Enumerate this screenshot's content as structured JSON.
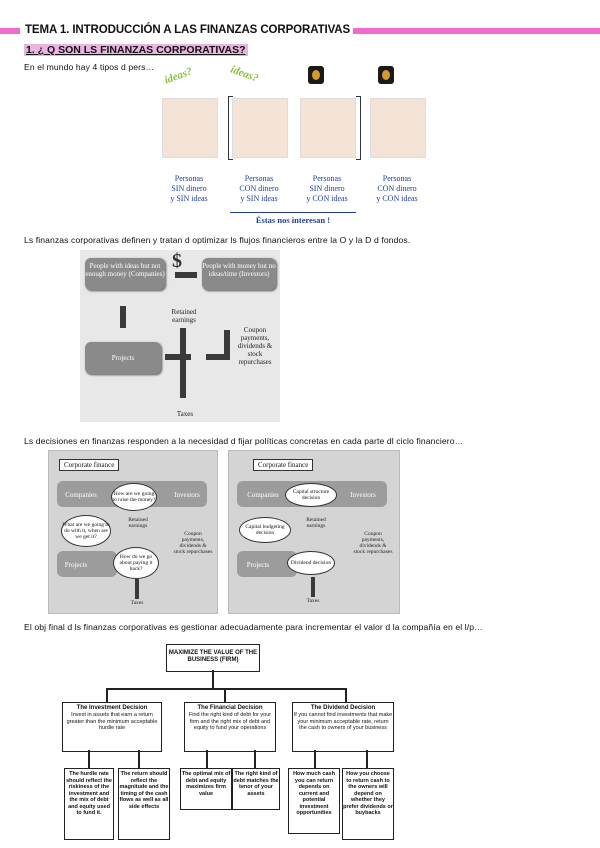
{
  "heading": {
    "title": "TEMA 1. INTRODUCCIÓN A LAS FINANZAS CORPORATIVAS"
  },
  "section": {
    "title": "1. ¿ Q SON LS FINANZAS CORPORATIVAS?"
  },
  "paragraphs": {
    "p1": "En el mundo hay 4 tipos d pers…",
    "p2": "Ls finanzas corporativas definen y tratan d optimizar ls flujos financieros entre la O y la D d fondos.",
    "p3": "Ls decisiones en finanzas responden a la necesidad d fijar políticas concretas en cada parte dl ciclo financiero…",
    "p4": "El obj final d ls finanzas corporativas es gestionar adecuadamente para incrementar el valor d la compañía en el l/p…"
  },
  "people": {
    "ideas_tag": "ideas?",
    "cap1": [
      "Personas",
      "SIN dinero",
      "y SIN ideas"
    ],
    "cap2": [
      "Personas",
      "CON dinero",
      "y SIN ideas"
    ],
    "cap3": [
      "Personas",
      "SIN dinero",
      "y CON ideas"
    ],
    "cap4": [
      "Personas",
      "CON dinero",
      "y CON ideas"
    ],
    "interest": "Éstas nos interesan !"
  },
  "flow": {
    "dollar": "$",
    "companies": "People with ideas but not enough money (Companies)",
    "investors": "People with money but no ideas/time (Investors)",
    "projects": "Projects",
    "retained": "Retained earnings",
    "coupon": "Coupon payments, dividends & stock repurchases",
    "taxes": "Taxes"
  },
  "cf": {
    "label": "Corporate finance",
    "companies": "Companies",
    "investors": "Investors",
    "projects": "Projects",
    "q1": "How are we going to raise the money?",
    "q2": "What are we going to do with it, when are we get it?",
    "q3": "How do we go about paying it back?",
    "retained": "Retained earnings",
    "coupon": "Coupon payments, dividends & stock repurchases",
    "taxes": "Taxes",
    "capital": "Capital structure decision",
    "budgeting": "Capital budgeting decision",
    "dividend": "Dividend decision"
  },
  "org": {
    "top": "MAXIMIZE THE VALUE OF THE BUSINESS (FIRM)",
    "inv_head": "The Investment Decision",
    "inv_body": "Invest in assets that earn a return greater than the minimum acceptable hurdle rate",
    "fin_head": "The Financial Decision",
    "fin_body": "Find the right kind of debt for your firm and the right mix of debt and equity to fund your operations",
    "div_head": "The Dividend Decision",
    "div_body": "If you cannot find investments that make your minimum acceptable rate, return the cash to owners of your business",
    "c1": "The hurdle rate should reflect the riskiness of the investment and the mix of debt and equity used to fund it.",
    "c2": "The return should reflect the magnitude and the timing of the cash flows as well as all side effects",
    "c3": "The optimal mix of debt and equity maximizes firm value",
    "c4": "The right kind of debt matches the tenor of your assets",
    "c5": "How much cash you can return depends on current and potential investment opportunities",
    "c6": "How you choose to return cash to the owners will depend on whether they prefer dividends or buybacks"
  }
}
